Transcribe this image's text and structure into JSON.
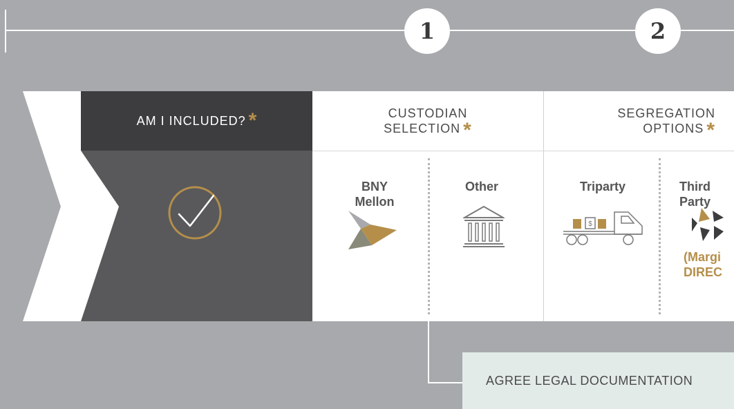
{
  "timeline": {
    "steps": [
      {
        "number": "1"
      },
      {
        "number": "2"
      }
    ]
  },
  "included": {
    "label": "AM I INCLUDED?",
    "star": "*"
  },
  "custodian": {
    "title_line1": "CUSTODIAN",
    "title_line2": "SELECTION",
    "star": "*",
    "options": [
      {
        "label_line1": "BNY",
        "label_line2": "Mellon",
        "icon": "bny-mellon-logo-icon"
      },
      {
        "label_line1": "Other",
        "label_line2": "",
        "icon": "bank-building-icon"
      }
    ]
  },
  "segregation": {
    "title_line1": "SEGREGATION",
    "title_line2": "OPTIONS",
    "star": "*",
    "options": [
      {
        "label_line1": "Triparty",
        "label_line2": "",
        "icon": "truck-icon"
      },
      {
        "label_line1": "Third",
        "label_line2": "Party",
        "icon": "aperture-icon",
        "note_line1": "(Margi",
        "note_line2": "DIREC"
      }
    ]
  },
  "legal": {
    "label": "AGREE LEGAL DOCUMENTATION"
  },
  "colors": {
    "background": "#a7a9ac",
    "dark_header": "#3d3d3f",
    "dark_body": "#59595b",
    "accent_gold": "#b58f4a",
    "legal_box": "#e3ebe9"
  }
}
